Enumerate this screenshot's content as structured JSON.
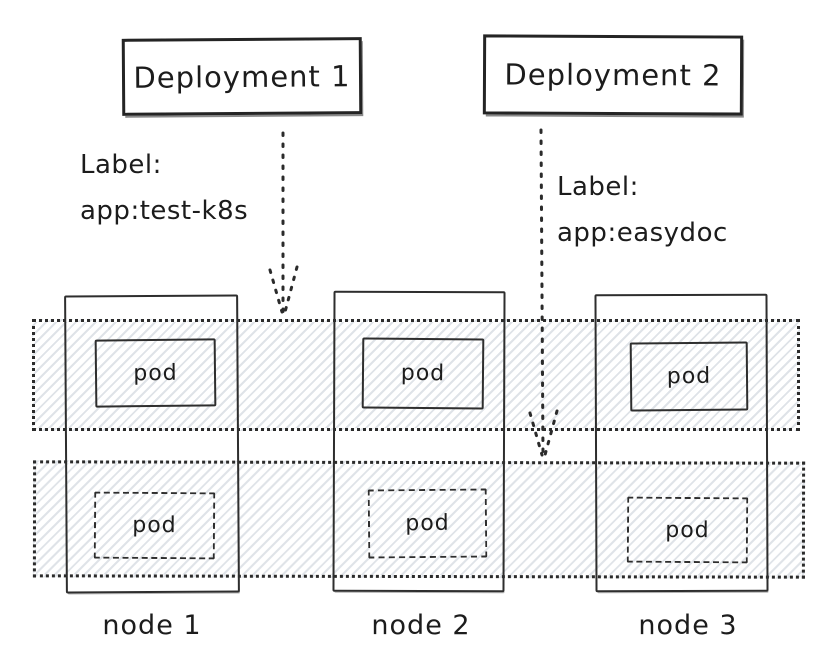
{
  "diagram": {
    "title_implicit": "",
    "colors": {
      "background": "#ffffff",
      "stroke": "#2b2b2b",
      "hatch": "#dfe3e8"
    },
    "deployments": [
      {
        "title": "Deployment 1",
        "label_title": "Label:",
        "label_value": "app:test-k8s"
      },
      {
        "title": "Deployment 2",
        "label_title": "Label:",
        "label_value": "app:easydoc"
      }
    ],
    "nodes": [
      {
        "name": "node 1",
        "pods": [
          "pod",
          "pod"
        ]
      },
      {
        "name": "node 2",
        "pods": [
          "pod",
          "pod"
        ]
      },
      {
        "name": "node 3",
        "pods": [
          "pod",
          "pod"
        ]
      }
    ]
  }
}
